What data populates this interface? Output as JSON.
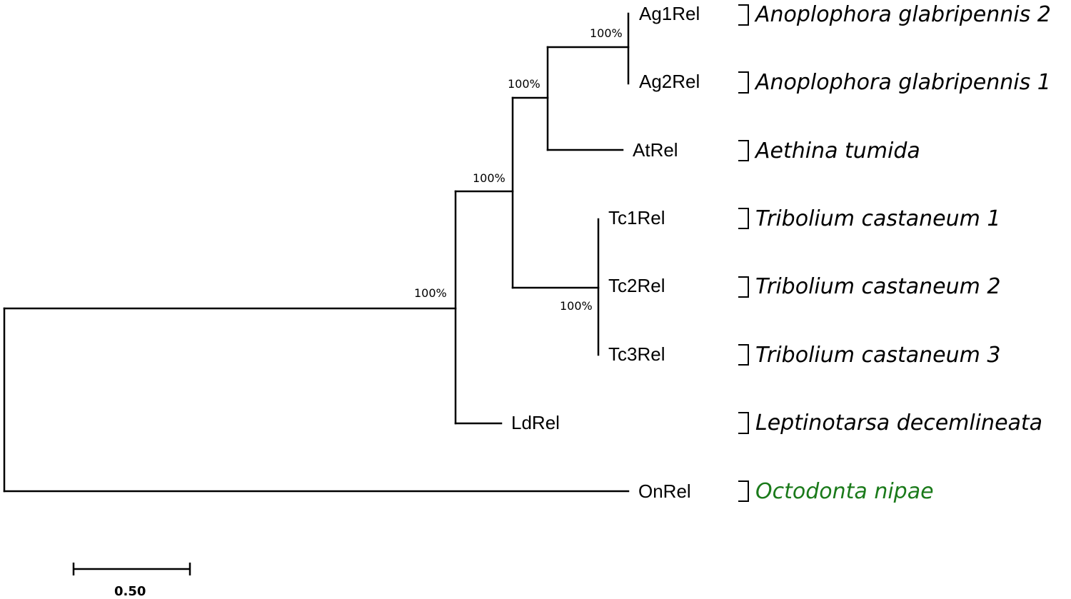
{
  "taxa": [
    {
      "id": "ag1",
      "label": "Ag1Rel",
      "species": "Anoplophora glabripennis 2"
    },
    {
      "id": "ag2",
      "label": "Ag2Rel",
      "species": "Anoplophora glabripennis 1"
    },
    {
      "id": "at",
      "label": "AtRel",
      "species": "Aethina tumida"
    },
    {
      "id": "tc1",
      "label": "Tc1Rel",
      "species": "Tribolium castaneum 1"
    },
    {
      "id": "tc2",
      "label": "Tc2Rel",
      "species": "Tribolium castaneum 2"
    },
    {
      "id": "tc3",
      "label": "Tc3Rel",
      "species": "Tribolium castaneum 3"
    },
    {
      "id": "ld",
      "label": "LdRel",
      "species": "Leptinotarsa decemlineata"
    },
    {
      "id": "on",
      "label": "OnRel",
      "species": "Octodonta nipae"
    }
  ],
  "support_values": {
    "ag_clade": "100%",
    "ag_at_clade": "100%",
    "ag_at_tc_clade": "100%",
    "ingroup_clade": "100%",
    "tc_clade": "100%"
  },
  "scale_bar": {
    "label": "0.50"
  },
  "colors": {
    "default_species": "#000000",
    "highlight_species": "#1a7a1a"
  },
  "highlighted_taxon": "on"
}
